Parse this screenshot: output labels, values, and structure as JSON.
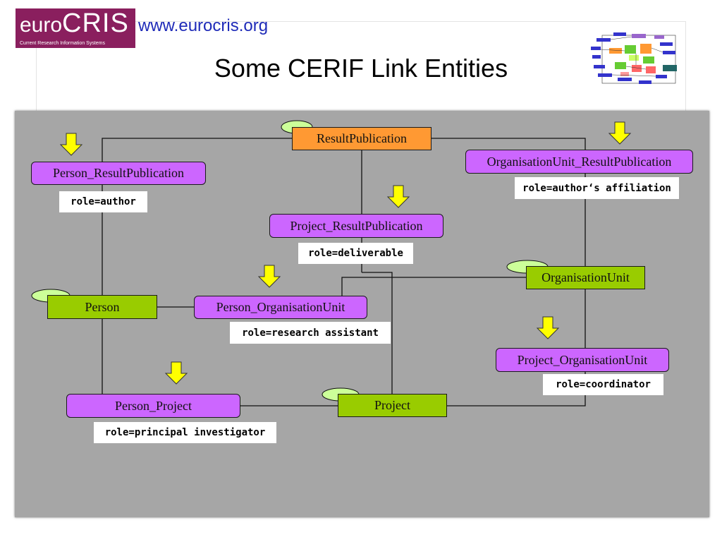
{
  "header": {
    "logo_brand_prefix": "euro",
    "logo_brand_main": "CRIS",
    "logo_subtitle": "Current Research Information Systems",
    "url": "www.eurocris.org",
    "title": "Some CERIF Link Entities"
  },
  "colors": {
    "panel_background": "#a6a6a6",
    "link_entity": "#cc66ff",
    "base_entity": "#99cc00",
    "result_entity": "#ff9933",
    "arrow": "#ffff00",
    "oval": "#ccff99",
    "logo_background": "#8a1f5e",
    "url_text": "#1f2bb8"
  },
  "entities": {
    "result_publication": "ResultPublication",
    "person": "Person",
    "project": "Project",
    "organisation_unit": "OrganisationUnit"
  },
  "link_entities": {
    "person_result_publication": {
      "label": "Person_ResultPublication",
      "role": "role=author"
    },
    "project_result_publication": {
      "label": "Project_ResultPublication",
      "role": "role=deliverable"
    },
    "orgunit_result_publication": {
      "label": "OrganisationUnit_ResultPublication",
      "role": "role=author‘s affiliation"
    },
    "person_organisation_unit": {
      "label": "Person_OrganisationUnit",
      "role": "role=research assistant"
    },
    "project_organisation_unit": {
      "label": "Project_OrganisationUnit",
      "role": "role=coordinator"
    },
    "person_project": {
      "label": "Person_Project",
      "role": "role=principal investigator"
    }
  },
  "icons": {
    "link_marker": "down-arrow-icon",
    "entity_marker": "oval-icon"
  }
}
